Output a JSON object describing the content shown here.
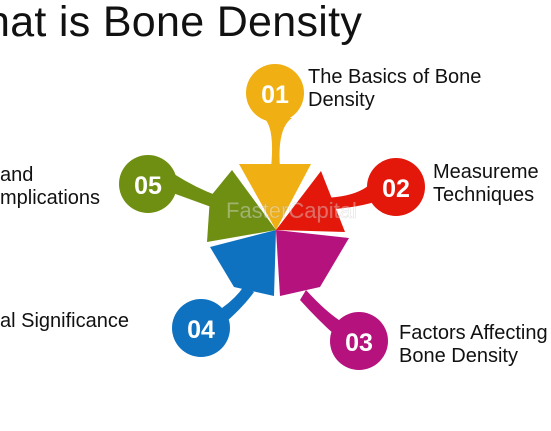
{
  "title": "hat is Bone Density",
  "watermark": "FasterCapital",
  "colors": {
    "c01": "#F0AF12",
    "c02": "#E3170A",
    "c03": "#B6127E",
    "c04": "#0E72C1",
    "c05": "#6F8F12"
  },
  "items": [
    {
      "number": "01",
      "line1": "The Basics of Bone",
      "line2": "Density"
    },
    {
      "number": "02",
      "line1": "Measureme",
      "line2": "Techniques"
    },
    {
      "number": "03",
      "line1": "Factors Affecting",
      "line2": "Bone Density"
    },
    {
      "number": "04",
      "line1": "al Significance",
      "line2": ""
    },
    {
      "number": "05",
      "line1": "and",
      "line2": "mplications"
    }
  ]
}
